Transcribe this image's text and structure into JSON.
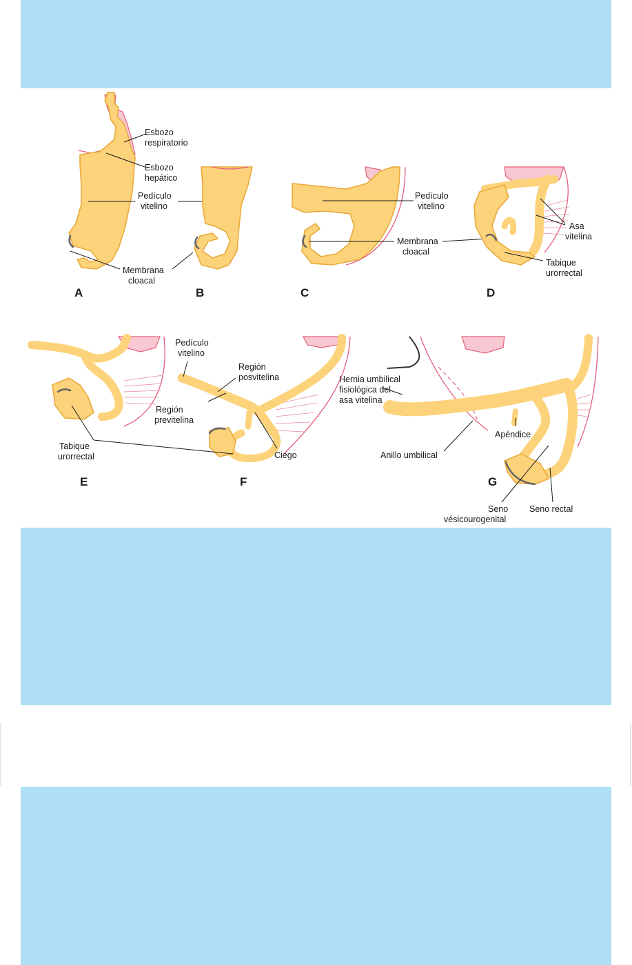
{
  "figure": {
    "panels": {
      "A": {
        "letter": "A",
        "labels": {
          "respiratory_1": "Esbozo",
          "respiratory_2": "respiratorio",
          "hepatic_1": "Esbozo",
          "hepatic_2": "hepático",
          "stalk_1": "Pedículo",
          "stalk_2": "vitelino",
          "membrane_1": "Membrana",
          "membrane_2": "cloacal"
        }
      },
      "B": {
        "letter": "B"
      },
      "C": {
        "letter": "C",
        "labels": {
          "stalk_1": "Pedículo",
          "stalk_2": "vitelino",
          "membrane_1": "Membrana",
          "membrane_2": "cloacal"
        }
      },
      "D": {
        "letter": "D",
        "labels": {
          "loop_1": "Asa",
          "loop_2": "vitelina",
          "septum_1": "Tabique",
          "septum_2": "urorrectal"
        }
      },
      "E": {
        "letter": "E"
      },
      "F": {
        "letter": "F",
        "labels": {
          "stalk_1": "Pedículo",
          "stalk_2": "vitelino",
          "post_1": "Región",
          "post_2": "posvitelina",
          "pre_1": "Región",
          "pre_2": "previtelina",
          "septum_1": "Tabique",
          "septum_2": "urorrectal",
          "cecum": "Ciego"
        }
      },
      "G": {
        "letter": "G",
        "labels": {
          "hernia_1": "Hernia umbilical",
          "hernia_2": "fisiológica del",
          "hernia_3": "asa vitelina",
          "appendix": "Apéndice",
          "ring": "Anillo umbilical",
          "urogenital_1": "Seno",
          "urogenital_2": "vésicourogenital",
          "rectal": "Seno rectal"
        }
      }
    },
    "colors": {
      "background_band": "#aedff5",
      "gut_fill": "#fcd37a",
      "gut_outline": "#e9a93a",
      "body_wall": "#e45f7a"
    }
  }
}
